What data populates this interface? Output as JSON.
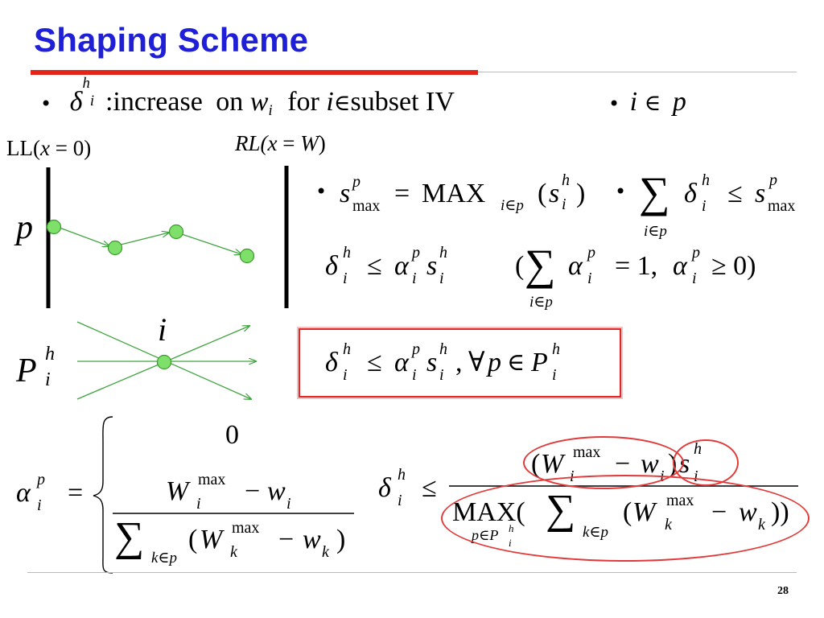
{
  "slide": {
    "title": "Shaping Scheme",
    "page_number": "28"
  },
  "bullet1": {
    "delta": "δ",
    "sub_i": "i",
    "sup_h": "h",
    "colon": ":",
    "text_increase": "increase",
    "text_on": "on",
    "w": "w",
    "w_sub": "i",
    "text_for": "for",
    "i": "i",
    "in": "∈",
    "text_subset": "subset IV"
  },
  "bullet_ip": {
    "i": "i",
    "in": "∈",
    "p": "p"
  },
  "labels": {
    "ll_prefix": "LL(",
    "ll_x": "x",
    "ll_rest": " = 0)",
    "rl_prefix": "RL(",
    "rl_x": "x",
    "rl_eq": " = ",
    "rl_W": "W",
    "rl_close": ")",
    "p": "p",
    "i_node": "i",
    "P": "P",
    "P_sup": "h",
    "P_sub": "i"
  },
  "smax_eq": {
    "s": "s",
    "sup_p": "p",
    "sub_max": "max",
    "eq": "=",
    "MAX": "MAX",
    "max_sub": "i∈p",
    "open": "(",
    "s2": "s",
    "s2_sup": "h",
    "s2_sub": "i",
    "close": ")"
  },
  "sum_eq": {
    "sigma": "∑",
    "sigma_sub": "i∈p",
    "delta": "δ",
    "d_sup": "h",
    "d_sub": "i",
    "le": "≤",
    "s": "s",
    "s_sup": "p",
    "s_sub": "max"
  },
  "delta_alpha_eq": {
    "delta": "δ",
    "d_sup": "h",
    "d_sub": "i",
    "le": "≤",
    "alpha": "α",
    "a_sup": "p",
    "a_sub": "i",
    "s": "s",
    "s_sup": "h",
    "s_sub": "i"
  },
  "constraint_eq": {
    "open": "(",
    "sigma": "∑",
    "sigma_sub": "i∈p",
    "alpha": "α",
    "a_sup": "p",
    "a_sub": "i",
    "eq_one": "= 1,",
    "alpha2": "α",
    "a2_sup": "p",
    "a2_sub": "i",
    "ge_zero": "≥ 0)"
  },
  "boxed_eq": {
    "delta": "δ",
    "d_sup": "h",
    "d_sub": "i",
    "le": "≤",
    "alpha": "α",
    "a_sup": "p",
    "a_sub": "i",
    "s": "s",
    "s_sup": "h",
    "s_sub": "i",
    "comma": ",",
    "forall": "∀",
    "p": "p",
    "in": "∈",
    "P": "P",
    "P_sup": "h",
    "P_sub": "i"
  },
  "alpha_def": {
    "alpha": "α",
    "a_sup": "p",
    "a_sub": "i",
    "eq": "=",
    "case_zero": "0",
    "num_W": "W",
    "num_W_sup": "max",
    "num_W_sub": "i",
    "num_minus": "−",
    "num_w": "w",
    "num_w_sub": "i",
    "den_sigma": "∑",
    "den_sigma_sub": "k∈p",
    "den_open": "(",
    "den_W": "W",
    "den_W_sup": "max",
    "den_W_sub": "k",
    "den_minus": "−",
    "den_w": "w",
    "den_w_sub": "k",
    "den_close": ")"
  },
  "delta_bound": {
    "delta": "δ",
    "d_sup": "h",
    "d_sub": "i",
    "le": "≤",
    "num_open": "(",
    "num_W": "W",
    "num_W_sup": "max",
    "num_W_sub": "i",
    "num_minus": "−",
    "num_w": "w",
    "num_w_sub": "i",
    "num_close": ")",
    "num_s": "s",
    "num_s_sup": "h",
    "num_s_sub": "i",
    "den_MAX": "MAX(",
    "den_MAX_sub_p": "p∈P",
    "den_MAX_sub_sup": "h",
    "den_MAX_sub_sub": "i",
    "den_sigma": "∑",
    "den_sigma_sub": "k∈p",
    "den_open": "(",
    "den_W": "W",
    "den_W_sup": "max",
    "den_W_sub": "k",
    "den_minus": "−",
    "den_w": "w",
    "den_w_sub": "k",
    "den_close": "))"
  },
  "colors": {
    "title": "#1f1fd8",
    "accent_red": "#e3241b",
    "node_fill": "#7ee06a",
    "node_stroke": "#3a9a2a",
    "arrow": "#3fa33f"
  }
}
